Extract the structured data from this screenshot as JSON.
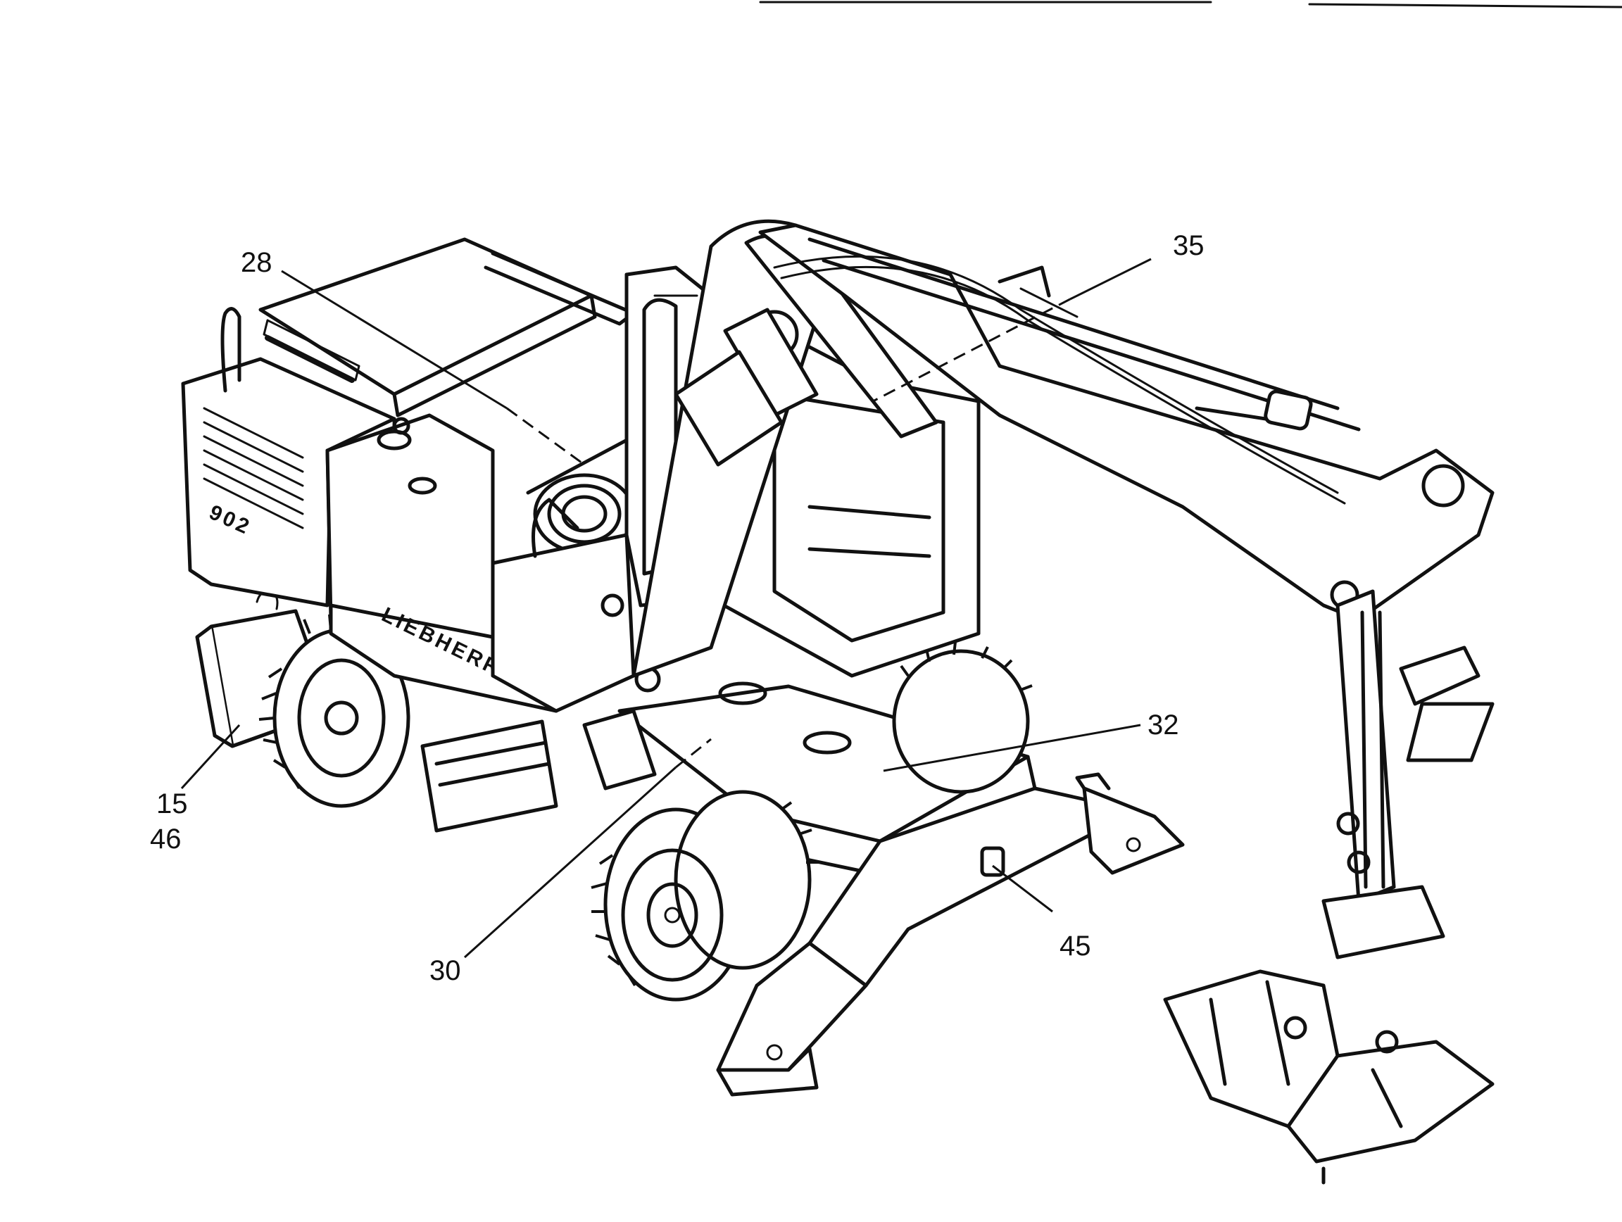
{
  "diagram": {
    "callouts": [
      {
        "id": "28",
        "label": "28"
      },
      {
        "id": "35",
        "label": "35"
      },
      {
        "id": "32",
        "label": "32"
      },
      {
        "id": "15",
        "label": "15"
      },
      {
        "id": "46",
        "label": "46"
      },
      {
        "id": "30",
        "label": "30"
      },
      {
        "id": "45",
        "label": "45"
      }
    ],
    "machine_markings": {
      "brand": "LIEBHERR",
      "model": "902"
    },
    "colors": {
      "ink": "#111111",
      "paper": "#ffffff"
    }
  }
}
